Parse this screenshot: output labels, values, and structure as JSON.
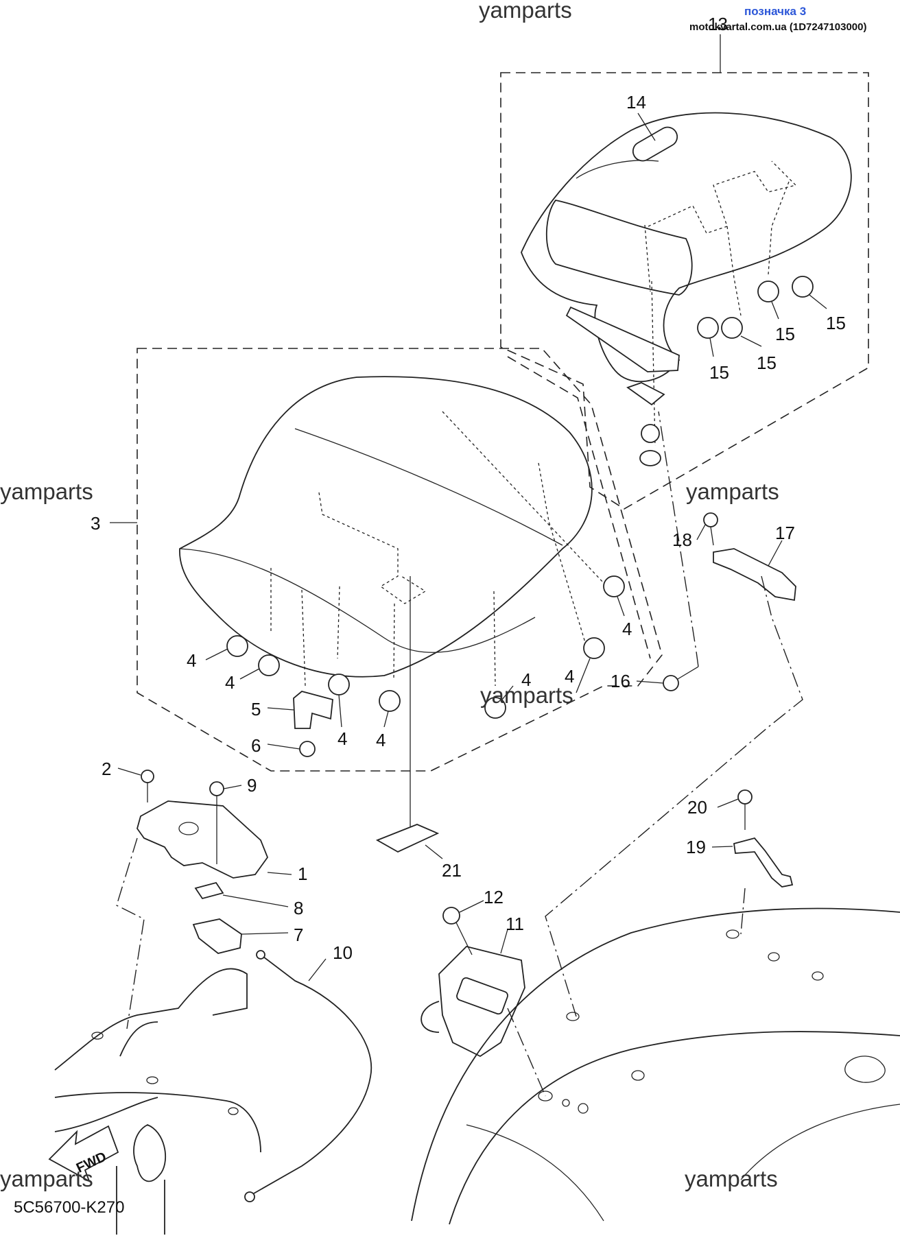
{
  "header": {
    "link_text": "позначка 3",
    "source_text": "motokvartal.com.ua (1D7247103000)"
  },
  "watermarks": [
    "yamparts",
    "yamparts",
    "yamparts",
    "yamparts",
    "yamparts",
    "yamparts"
  ],
  "figure_code": "5C56700-K270",
  "fwd_label": "FWD",
  "callouts": {
    "c1": "1",
    "c2": "2",
    "c3": "3",
    "c4a": "4",
    "c4b": "4",
    "c4c": "4",
    "c4d": "4",
    "c4e": "4",
    "c4f": "4",
    "c4g": "4",
    "c5": "5",
    "c6": "6",
    "c7": "7",
    "c8": "8",
    "c9": "9",
    "c10": "10",
    "c11": "11",
    "c12": "12",
    "c13": "13",
    "c14": "14",
    "c15a": "15",
    "c15b": "15",
    "c15c": "15",
    "c15d": "15",
    "c16": "16",
    "c17": "17",
    "c18": "18",
    "c19": "19",
    "c20": "20",
    "c21": "21"
  }
}
